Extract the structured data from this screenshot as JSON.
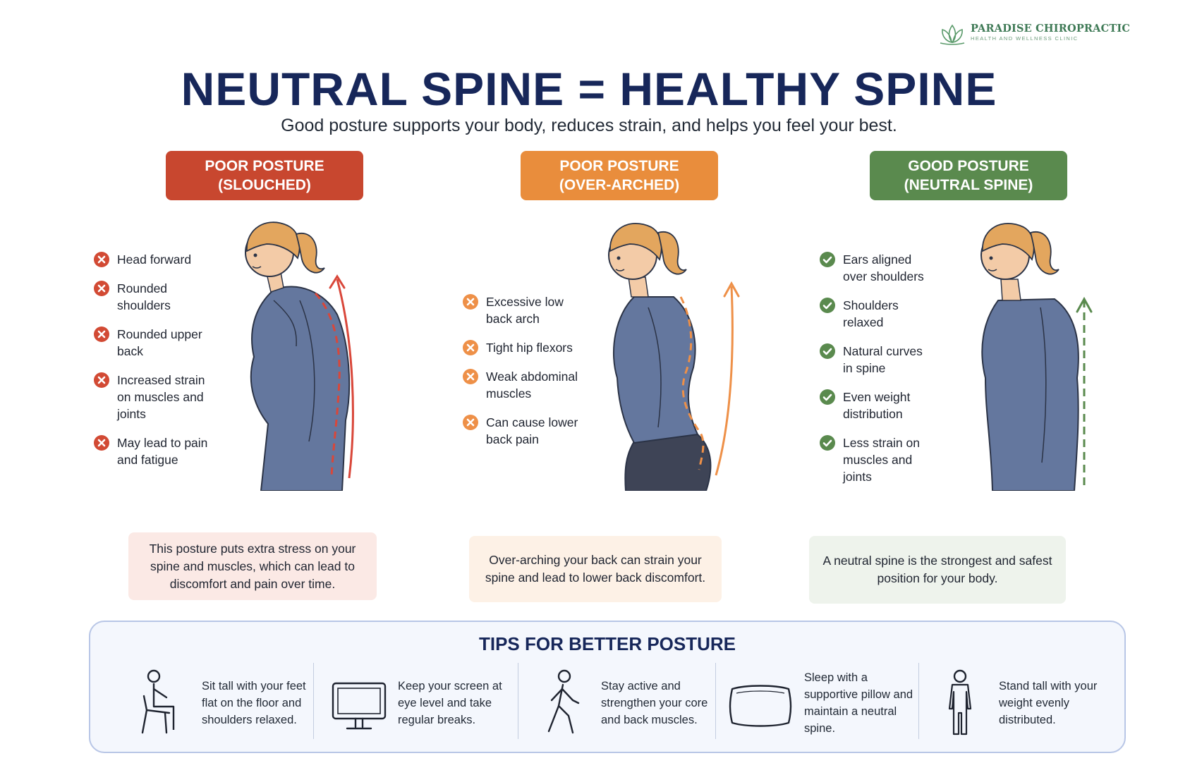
{
  "brand": {
    "name": "PARADISE CHIROPRACTIC",
    "tagline": "HEALTH AND WELLNESS CLINIC",
    "color": "#3f7a56"
  },
  "header": {
    "title": "NEUTRAL SPINE = HEALTHY SPINE",
    "subtitle": "Good posture supports your body, reduces strain, and helps you feel your best."
  },
  "columns": [
    {
      "label_line1": "POOR POSTURE",
      "label_line2": "(SLOUCHED)",
      "color": "#c8472f",
      "status": "bad",
      "points": [
        "Head forward",
        "Rounded shoulders",
        "Rounded upper back",
        "Increased strain on muscles and joints",
        "May lead to pain and fatigue"
      ],
      "caption": "This posture puts extra stress on your spine and muscles, which can lead to discomfort and pain over time.",
      "caption_bg": "#fbe9e5"
    },
    {
      "label_line1": "POOR POSTURE",
      "label_line2": "(OVER-ARCHED)",
      "color": "#e98d3c",
      "status": "warning",
      "points": [
        "Excessive low back arch",
        "Tight hip flexors",
        "Weak abdominal muscles",
        "Can cause lower back pain"
      ],
      "caption": "Over-arching your back can strain your spine and lead to lower back discomfort.",
      "caption_bg": "#fdf1e6"
    },
    {
      "label_line1": "GOOD POSTURE",
      "label_line2": "(NEUTRAL SPINE)",
      "color": "#5a8a4e",
      "status": "good",
      "points": [
        "Ears aligned over shoulders",
        "Shoulders relaxed",
        "Natural curves in spine",
        "Even weight distribution",
        "Less strain on muscles and joints"
      ],
      "caption": "A neutral spine is the strongest and safest position for your body.",
      "caption_bg": "#eef3ec"
    }
  ],
  "tips": {
    "title": "TIPS FOR BETTER POSTURE",
    "items": [
      {
        "icon": "sitting-person-icon",
        "text": "Sit tall with your feet flat on the floor and shoulders relaxed."
      },
      {
        "icon": "monitor-icon",
        "text": "Keep your screen at eye level and take regular breaks."
      },
      {
        "icon": "walking-person-icon",
        "text": "Stay active and strengthen your core and back muscles."
      },
      {
        "icon": "pillow-icon",
        "text": "Sleep with a supportive pillow and maintain a neutral spine."
      },
      {
        "icon": "standing-person-icon",
        "text": "Stand tall with your weight evenly distributed."
      }
    ]
  }
}
